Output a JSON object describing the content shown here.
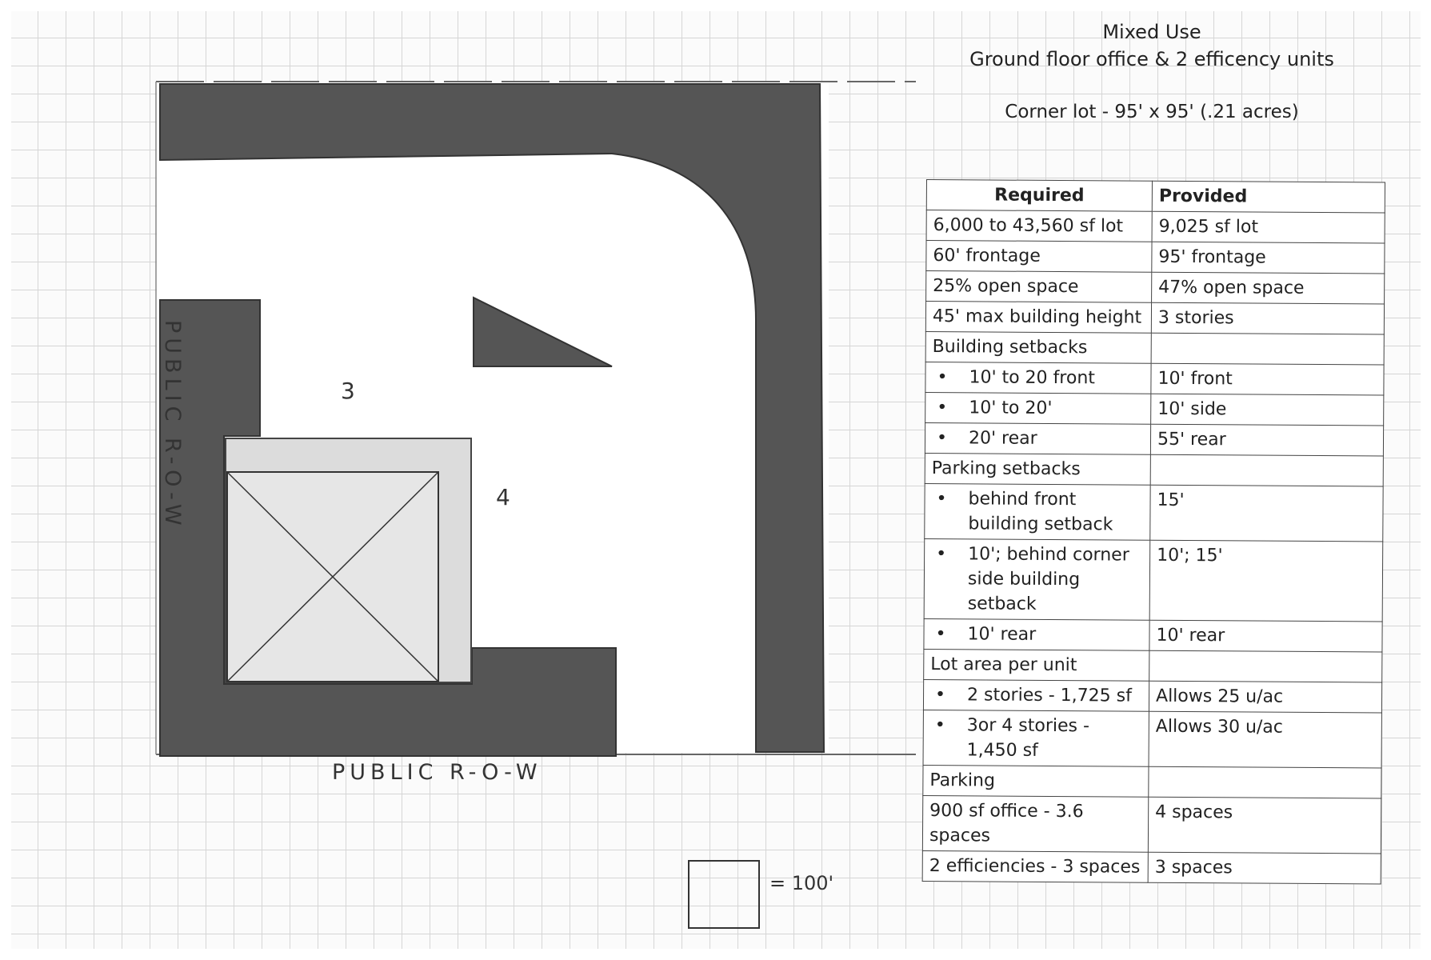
{
  "title": "Mixed Use",
  "subtitle": "Ground floor office & 2 efficency units",
  "lot_info": "Corner lot - 95' x 95' (.21 acres)",
  "plan": {
    "lot_3": "3",
    "lot_4": "4",
    "street_bottom": "PUBLIC R-O-W",
    "street_left": "PUBLIC R-O-W",
    "scale_label": "= 100'",
    "colors": {
      "paving": "#555555",
      "building": "#d9d9d9",
      "grid": "#d6d6d6"
    }
  },
  "table": {
    "headers": [
      "Required",
      "Provided"
    ],
    "rows": [
      {
        "required": "6,000 to 43,560 sf lot",
        "provided": "9,025 sf lot",
        "bullet": false
      },
      {
        "required": "60' frontage",
        "provided": "95' frontage",
        "bullet": false
      },
      {
        "required": "25% open space",
        "provided": "47% open space",
        "bullet": false
      },
      {
        "required": "45' max building height",
        "provided": "3 stories",
        "bullet": false
      },
      {
        "required": "Building setbacks",
        "provided": "",
        "bullet": false
      },
      {
        "required": "10' to 20 front",
        "provided": "10' front",
        "bullet": true
      },
      {
        "required": "10' to 20'",
        "provided": "10' side",
        "bullet": true
      },
      {
        "required": "20' rear",
        "provided": "55' rear",
        "bullet": true
      },
      {
        "required": "Parking setbacks",
        "provided": "",
        "bullet": false
      },
      {
        "required": "behind front building setback",
        "provided": "15'",
        "bullet": true
      },
      {
        "required": "10'; behind corner side building setback",
        "provided": "10'; 15'",
        "bullet": true
      },
      {
        "required": "10' rear",
        "provided": "10' rear",
        "bullet": true
      },
      {
        "required": "Lot area per unit",
        "provided": "",
        "bullet": false
      },
      {
        "required": "2 stories - 1,725 sf",
        "provided": "Allows 25 u/ac",
        "bullet": true
      },
      {
        "required": "3or 4 stories - 1,450 sf",
        "provided": "Allows 30 u/ac",
        "bullet": true
      },
      {
        "required": "Parking",
        "provided": "",
        "bullet": false
      },
      {
        "required": "900 sf office - 3.6 spaces",
        "provided": "4 spaces",
        "bullet": false
      },
      {
        "required": "2 efficiencies - 3 spaces",
        "provided": "3 spaces",
        "bullet": false
      }
    ]
  }
}
